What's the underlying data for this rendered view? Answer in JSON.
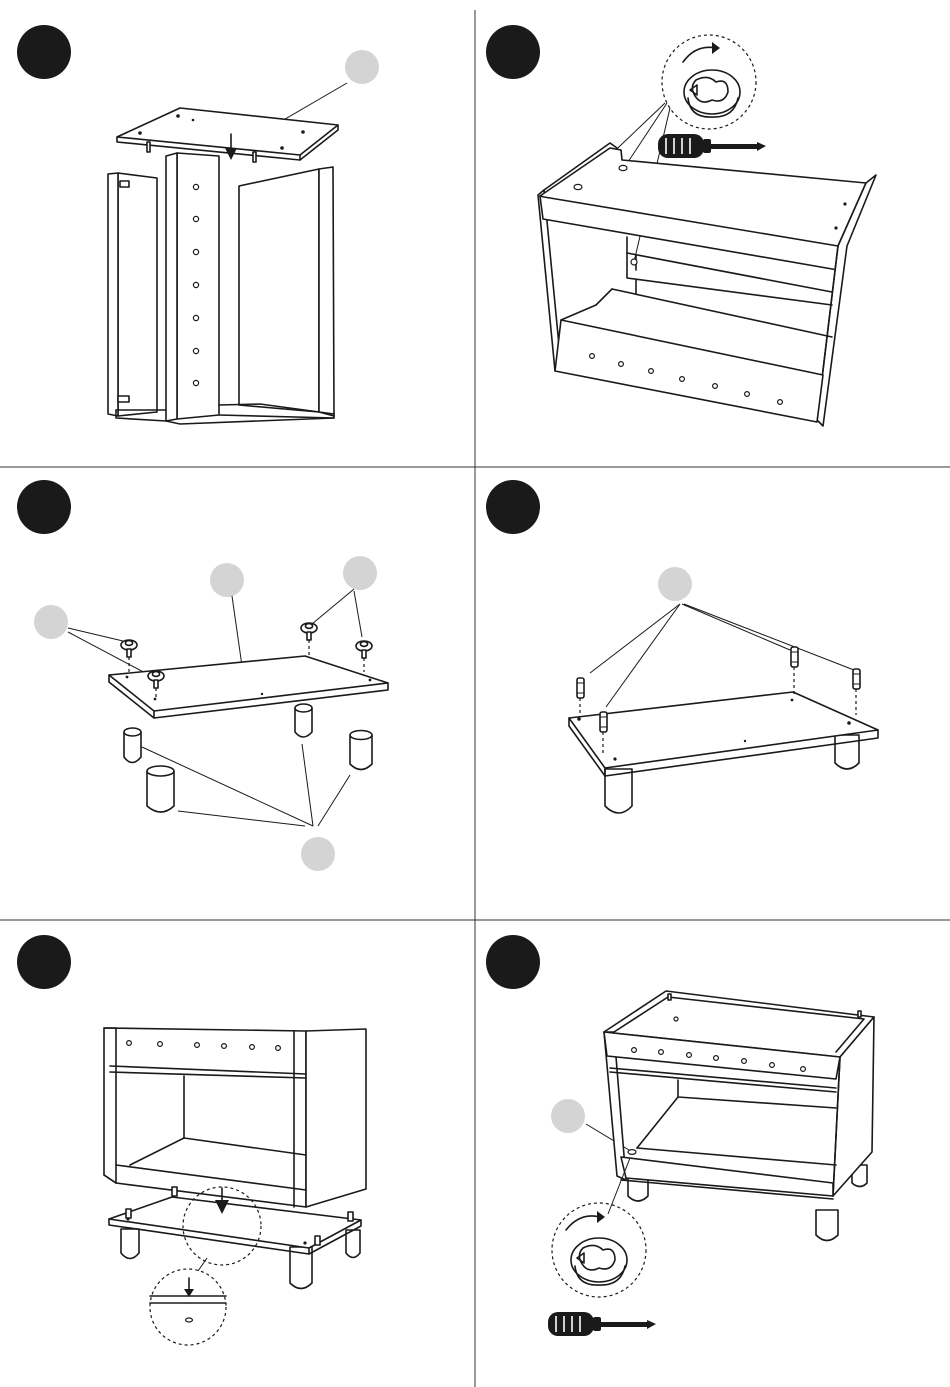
{
  "sheet": {
    "colors": {
      "line": "#1a1a1a",
      "badge": "#1a1a1a",
      "callout": "#d4d4d4",
      "background": "#ffffff"
    },
    "panels": [
      {
        "id": "step-1",
        "icons": [
          "step-number-badge",
          "part-callout-circle",
          "arrow-down-icon"
        ]
      },
      {
        "id": "step-2",
        "icons": [
          "step-number-badge",
          "cam-lock-detail-icon",
          "screwdriver-icon",
          "rotate-arrow-icon"
        ]
      },
      {
        "id": "step-3",
        "icons": [
          "step-number-badge",
          "part-callout-circle",
          "leg-plate-icon",
          "leg-icon"
        ]
      },
      {
        "id": "step-4",
        "icons": [
          "step-number-badge",
          "part-callout-circle",
          "dowel-icon"
        ]
      },
      {
        "id": "step-5",
        "icons": [
          "step-number-badge",
          "zoom-detail-icon",
          "arrow-down-icon"
        ]
      },
      {
        "id": "step-6",
        "icons": [
          "step-number-badge",
          "part-callout-circle",
          "cam-lock-detail-icon",
          "screwdriver-icon"
        ]
      }
    ]
  }
}
